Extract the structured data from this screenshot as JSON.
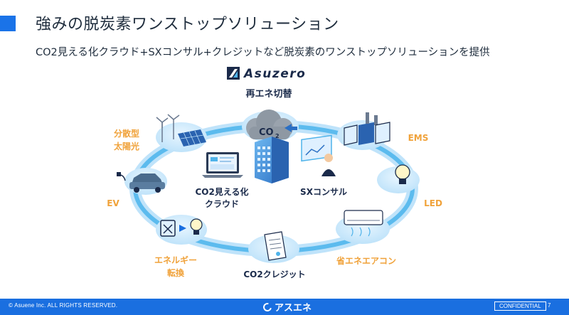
{
  "title": "強みの脱炭素ワンストップソリューション",
  "subtitle": "CO2見える化クラウド+SXコンサル+クレジットなど脱炭素のワンストップソリューションを提供",
  "brand": {
    "logo_text": "Asuzero"
  },
  "diagram": {
    "top_label": "再エネ切替",
    "co2_cloud_text": "CO",
    "co2_cloud_sub": "2",
    "left_labels": {
      "distributed_solar_1": "分散型",
      "distributed_solar_2": "太陽光",
      "ev": "EV",
      "energy_conv_1": "エネルギー",
      "energy_conv_2": "転換"
    },
    "right_labels": {
      "ems": "EMS",
      "led": "LED",
      "energy_saving_ac": "省エネエアコン"
    },
    "center_labels": {
      "co2_visual_1": "CO2見える化",
      "co2_visual_2": "クラウド",
      "sx_consulting": "SXコンサル"
    },
    "bottom_label": "CO2クレジット"
  },
  "footer": {
    "copyright": "© Asuene Inc. ALL RIGHTS RESERVED.",
    "logo": "アスエネ",
    "confidential": "CONFIDENTIAL",
    "page_number": "7"
  },
  "colors": {
    "accent": "#1a73e8",
    "ring": "#4fb3ea",
    "orange": "#f0a23a",
    "navy": "#1a2a4a"
  }
}
